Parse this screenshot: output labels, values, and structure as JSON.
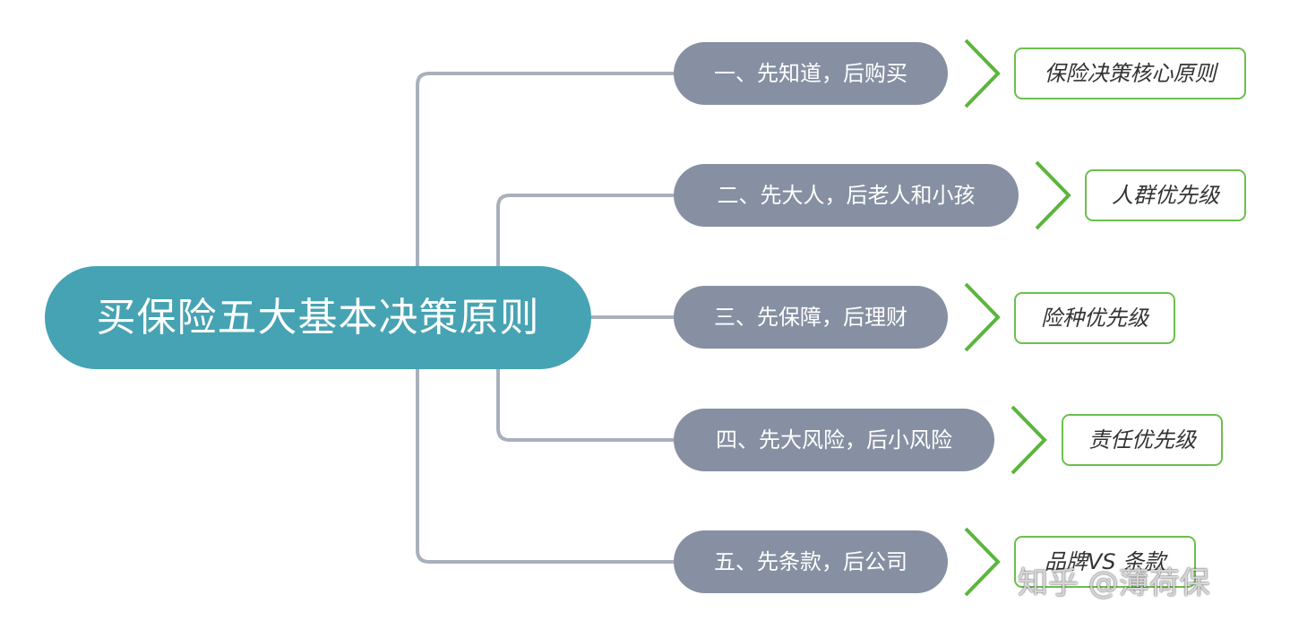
{
  "root": {
    "label": "买保险五大基本决策原则"
  },
  "branches": [
    {
      "label": "一、先知道，后购买",
      "tag": "保险决策核心原则"
    },
    {
      "label": "二、先大人，后老人和小孩",
      "tag": "人群优先级"
    },
    {
      "label": "三、先保障，后理财",
      "tag": "险种优先级"
    },
    {
      "label": "四、先大风险，后小风险",
      "tag": "责任优先级"
    },
    {
      "label": "五、先条款，后公司",
      "tag": "品牌VS 条款"
    }
  ],
  "watermark": "知乎 @薄荷保",
  "colors": {
    "root_fill": "#46a3b3",
    "branch_fill": "#8690a2",
    "connector": "#a9b0bc",
    "tag_border": "#6cbf4e",
    "chevron": "#5cb53c"
  }
}
